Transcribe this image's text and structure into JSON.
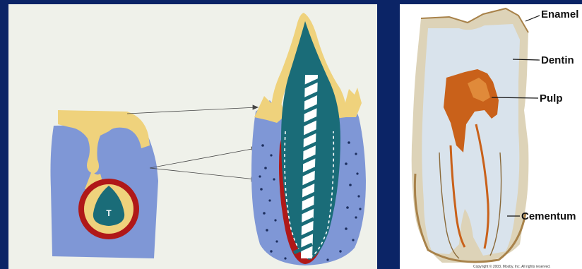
{
  "left_panel": {
    "germ_letter": "T"
  },
  "right_panel": {
    "labels": {
      "enamel": "Enamel",
      "dentin": "Dentin",
      "pulp": "Pulp",
      "cementum": "Cementum"
    },
    "copyright": "Copyright © 2003, Mosby, Inc. All rights reserved."
  },
  "colors": {
    "background": "#0b2466",
    "tissue_blue": "#7f97d6",
    "epithelium_yellow": "#efd27c",
    "pulp_teal": "#1a6c78",
    "dentin_red": "#b01818",
    "enamel_section": "#ddd3b8",
    "dentin_section": "#d9e3ec",
    "pulp_section": "#c9611a"
  }
}
